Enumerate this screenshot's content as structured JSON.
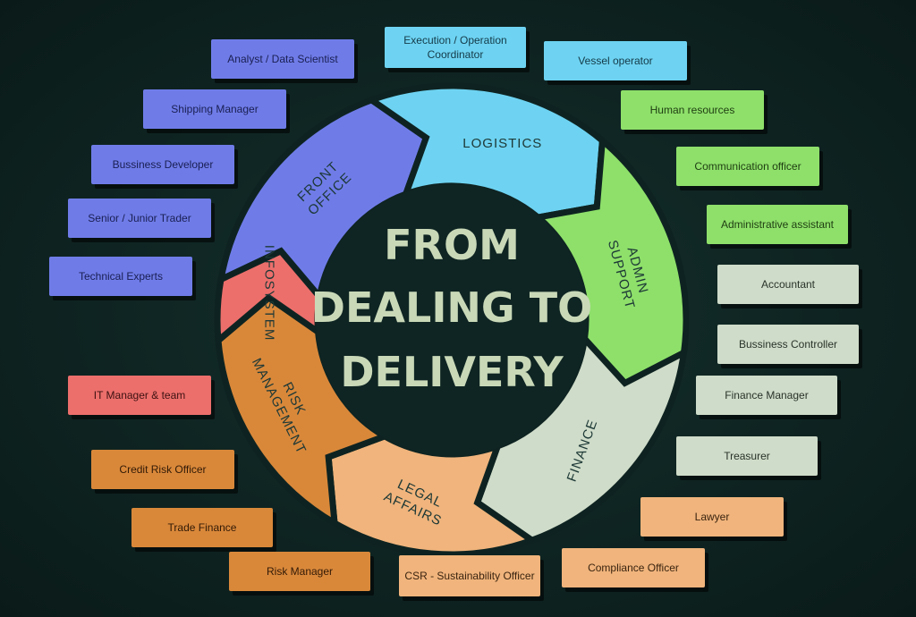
{
  "center": {
    "line1": "FROM",
    "line2": "DEALING TO",
    "line3": "DELIVERY"
  },
  "segments": [
    {
      "id": "front",
      "label_lines": [
        "FRONT",
        "OFFICE"
      ],
      "color": "#6f7ce8"
    },
    {
      "id": "log",
      "label_lines": [
        "LOGISTICS"
      ],
      "color": "#6ed3f2"
    },
    {
      "id": "admin",
      "label_lines": [
        "ADMIN",
        "SUPPORT"
      ],
      "color": "#8ee06a"
    },
    {
      "id": "fin",
      "label_lines": [
        "FINANCE"
      ],
      "color": "#cfdcc9"
    },
    {
      "id": "legal",
      "label_lines": [
        "LEGAL",
        "AFFAIRS"
      ],
      "color": "#f0b47c"
    },
    {
      "id": "risk",
      "label_lines": [
        "RISK",
        "MANAGEMENT"
      ],
      "color": "#d9883a"
    },
    {
      "id": "info",
      "label_lines": [
        "INFOSYSTEM"
      ],
      "color": "#ec6f6c"
    }
  ],
  "roles": {
    "analyst": "Analyst / Data Scientist",
    "shipping_manager": "Shipping Manager",
    "business_developer": "Bussiness Developer",
    "trader": "Senior / Junior Trader",
    "technical_experts": "Technical Experts",
    "execution_coordinator": "Execution / Operation Coordinator",
    "vessel_operator": "Vessel operator",
    "human_resources": "Human resources",
    "communication_officer": "Communication officer",
    "administrative_assistant": "Administrative assistant",
    "accountant": "Accountant",
    "business_controller": "Bussiness Controller",
    "finance_manager": "Finance Manager",
    "treasurer": "Treasurer",
    "lawyer": "Lawyer",
    "compliance_officer": "Compliance Officer",
    "csr_officer": "CSR - Sustainability Officer",
    "risk_manager": "Risk Manager",
    "trade_finance": "Trade Finance",
    "credit_risk_officer": "Credit Risk Officer",
    "it_manager": "IT Manager & team"
  }
}
